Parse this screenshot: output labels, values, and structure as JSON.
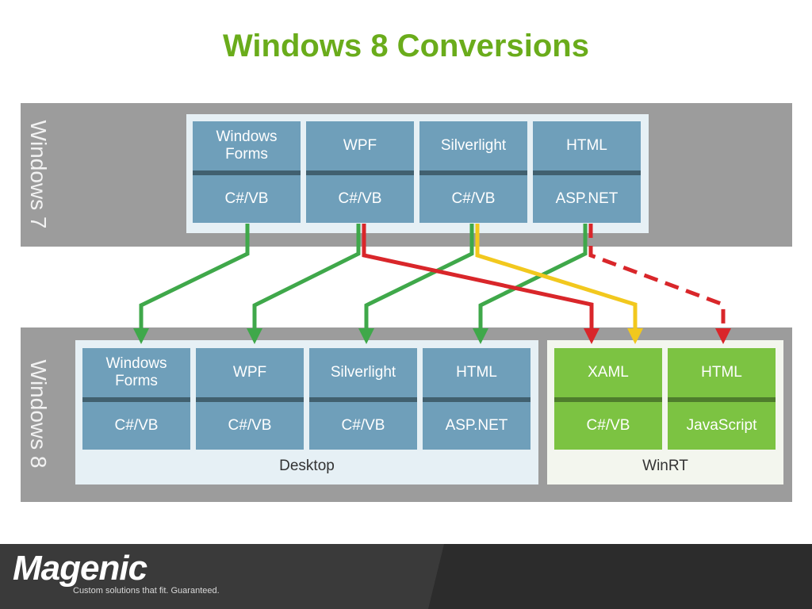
{
  "title": "Windows 8 Conversions",
  "windows7": {
    "label": "Windows 7",
    "tiles": [
      {
        "top": "Windows Forms",
        "bottom": "C#/VB"
      },
      {
        "top": "WPF",
        "bottom": "C#/VB"
      },
      {
        "top": "Silverlight",
        "bottom": "C#/VB"
      },
      {
        "top": "HTML",
        "bottom": "ASP.NET"
      }
    ]
  },
  "windows8": {
    "label": "Windows 8",
    "desktop": {
      "label": "Desktop",
      "tiles": [
        {
          "top": "Windows Forms",
          "bottom": "C#/VB"
        },
        {
          "top": "WPF",
          "bottom": "C#/VB"
        },
        {
          "top": "Silverlight",
          "bottom": "C#/VB"
        },
        {
          "top": "HTML",
          "bottom": "ASP.NET"
        }
      ]
    },
    "winrt": {
      "label": "WinRT",
      "tiles": [
        {
          "top": "XAML",
          "bottom": "C#/VB"
        },
        {
          "top": "HTML",
          "bottom": "JavaScript"
        }
      ]
    }
  },
  "colors": {
    "title": "#6aac1b",
    "band": "#9c9c9c",
    "tile_blue": "#6f9fba",
    "tile_green": "#7cc342",
    "arrow_green": "#3fa84a",
    "arrow_red": "#d9262a",
    "arrow_yellow": "#f2c81e"
  },
  "footer": {
    "logo": "Magenic",
    "tagline": "Custom solutions that fit. Guaranteed."
  }
}
